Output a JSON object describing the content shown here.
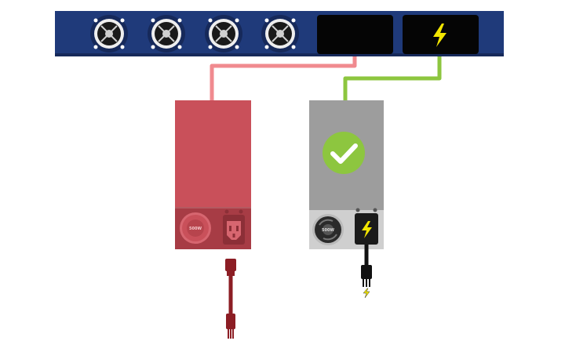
{
  "colors": {
    "chassis": "#1f3a7a",
    "chassis_dark": "#16295a",
    "slot_black": "#050505",
    "failed_psu": "#c9505a",
    "failed_psu_dark": "#a73c45",
    "failed_cable": "#f08a8f",
    "failed_plug": "#8c1d24",
    "healthy_psu": "#9d9d9d",
    "healthy_psu_light": "#cfcfcf",
    "healthy_cable": "#8dc63f",
    "healthy_plug": "#111111",
    "check_badge": "#8dc63f",
    "bolt": "#f2e500",
    "fan_ring": "#eeeeee"
  },
  "chassis": {
    "fan_icons": [
      "fan-icon",
      "fan-icon",
      "fan-icon",
      "fan-icon"
    ],
    "power_slot_icon": "lightning-bolt-icon"
  },
  "psu_failed": {
    "fan_label": "500W",
    "status": "failed"
  },
  "psu_healthy": {
    "fan_label": "500W",
    "status": "ok",
    "badge_icon": "checkmark-icon",
    "plug_icon": "lightning-bolt-icon"
  }
}
